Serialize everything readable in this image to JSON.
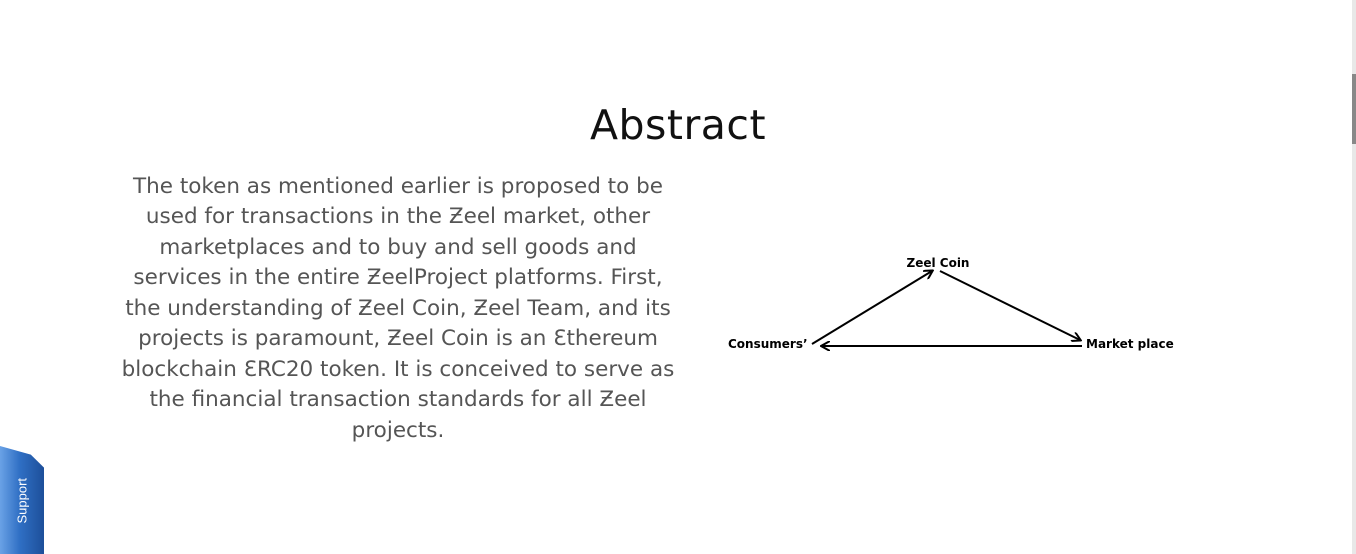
{
  "section": {
    "title": "Abstract",
    "paragraph": "The token as mentioned earlier is proposed to be used for transactions in the Ƶeel market, other marketplaces and to buy and sell goods and services in the entire ƵeelProject platforms. First, the understanding of Ƶeel Coin, Ƶeel Team, and its projects is paramount, Ƶeel Coin is an Ɛthereum blockchain ƐRC20 token. It is conceived to serve as the financial transaction standards for all Ƶeel projects."
  },
  "diagram": {
    "nodes": {
      "top": "Zeel Coin",
      "left": "Consumers’",
      "right": "Market place"
    }
  },
  "support": {
    "label": "Support",
    "color": "#2f6fc4"
  }
}
